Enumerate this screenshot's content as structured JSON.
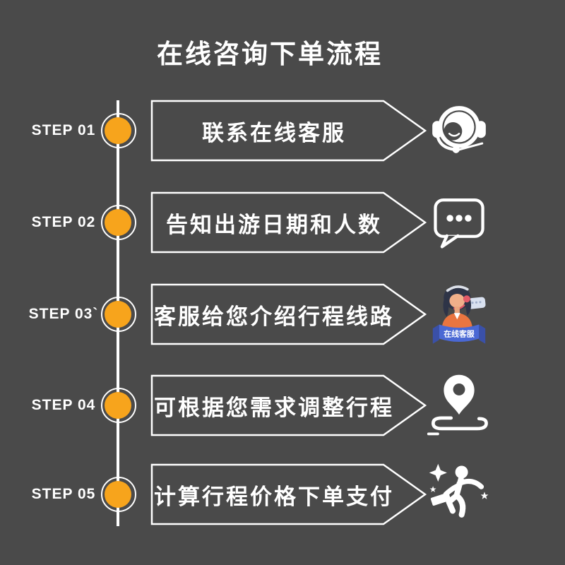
{
  "title": "在线咨询下单流程",
  "colors": {
    "background": "#4A4A4A",
    "accent_orange": "#F7A41C",
    "foreground": "#FFFFFF",
    "agent_banner_blue": "#4A68D4",
    "agent_shirt_orange": "#E97540",
    "agent_hair": "#2E3447",
    "agent_skin": "#F0AF8A",
    "agent_headset_red": "#E25A68"
  },
  "steps": [
    {
      "step": "STEP 01",
      "text": "联系在线客服",
      "icon": "headset-icon"
    },
    {
      "step": "STEP 02",
      "text": "告知出游日期和人数",
      "icon": "chat-bubble-icon"
    },
    {
      "step": "STEP 03`",
      "text": "客服给您介绍行程线路",
      "icon": "online-agent-icon",
      "badge": "在线客服"
    },
    {
      "step": "STEP 04",
      "text": "可根据您需求调整行程",
      "icon": "route-pin-icon"
    },
    {
      "step": "STEP 05",
      "text": "计算行程价格下单支付",
      "icon": "celebration-icon"
    }
  ]
}
